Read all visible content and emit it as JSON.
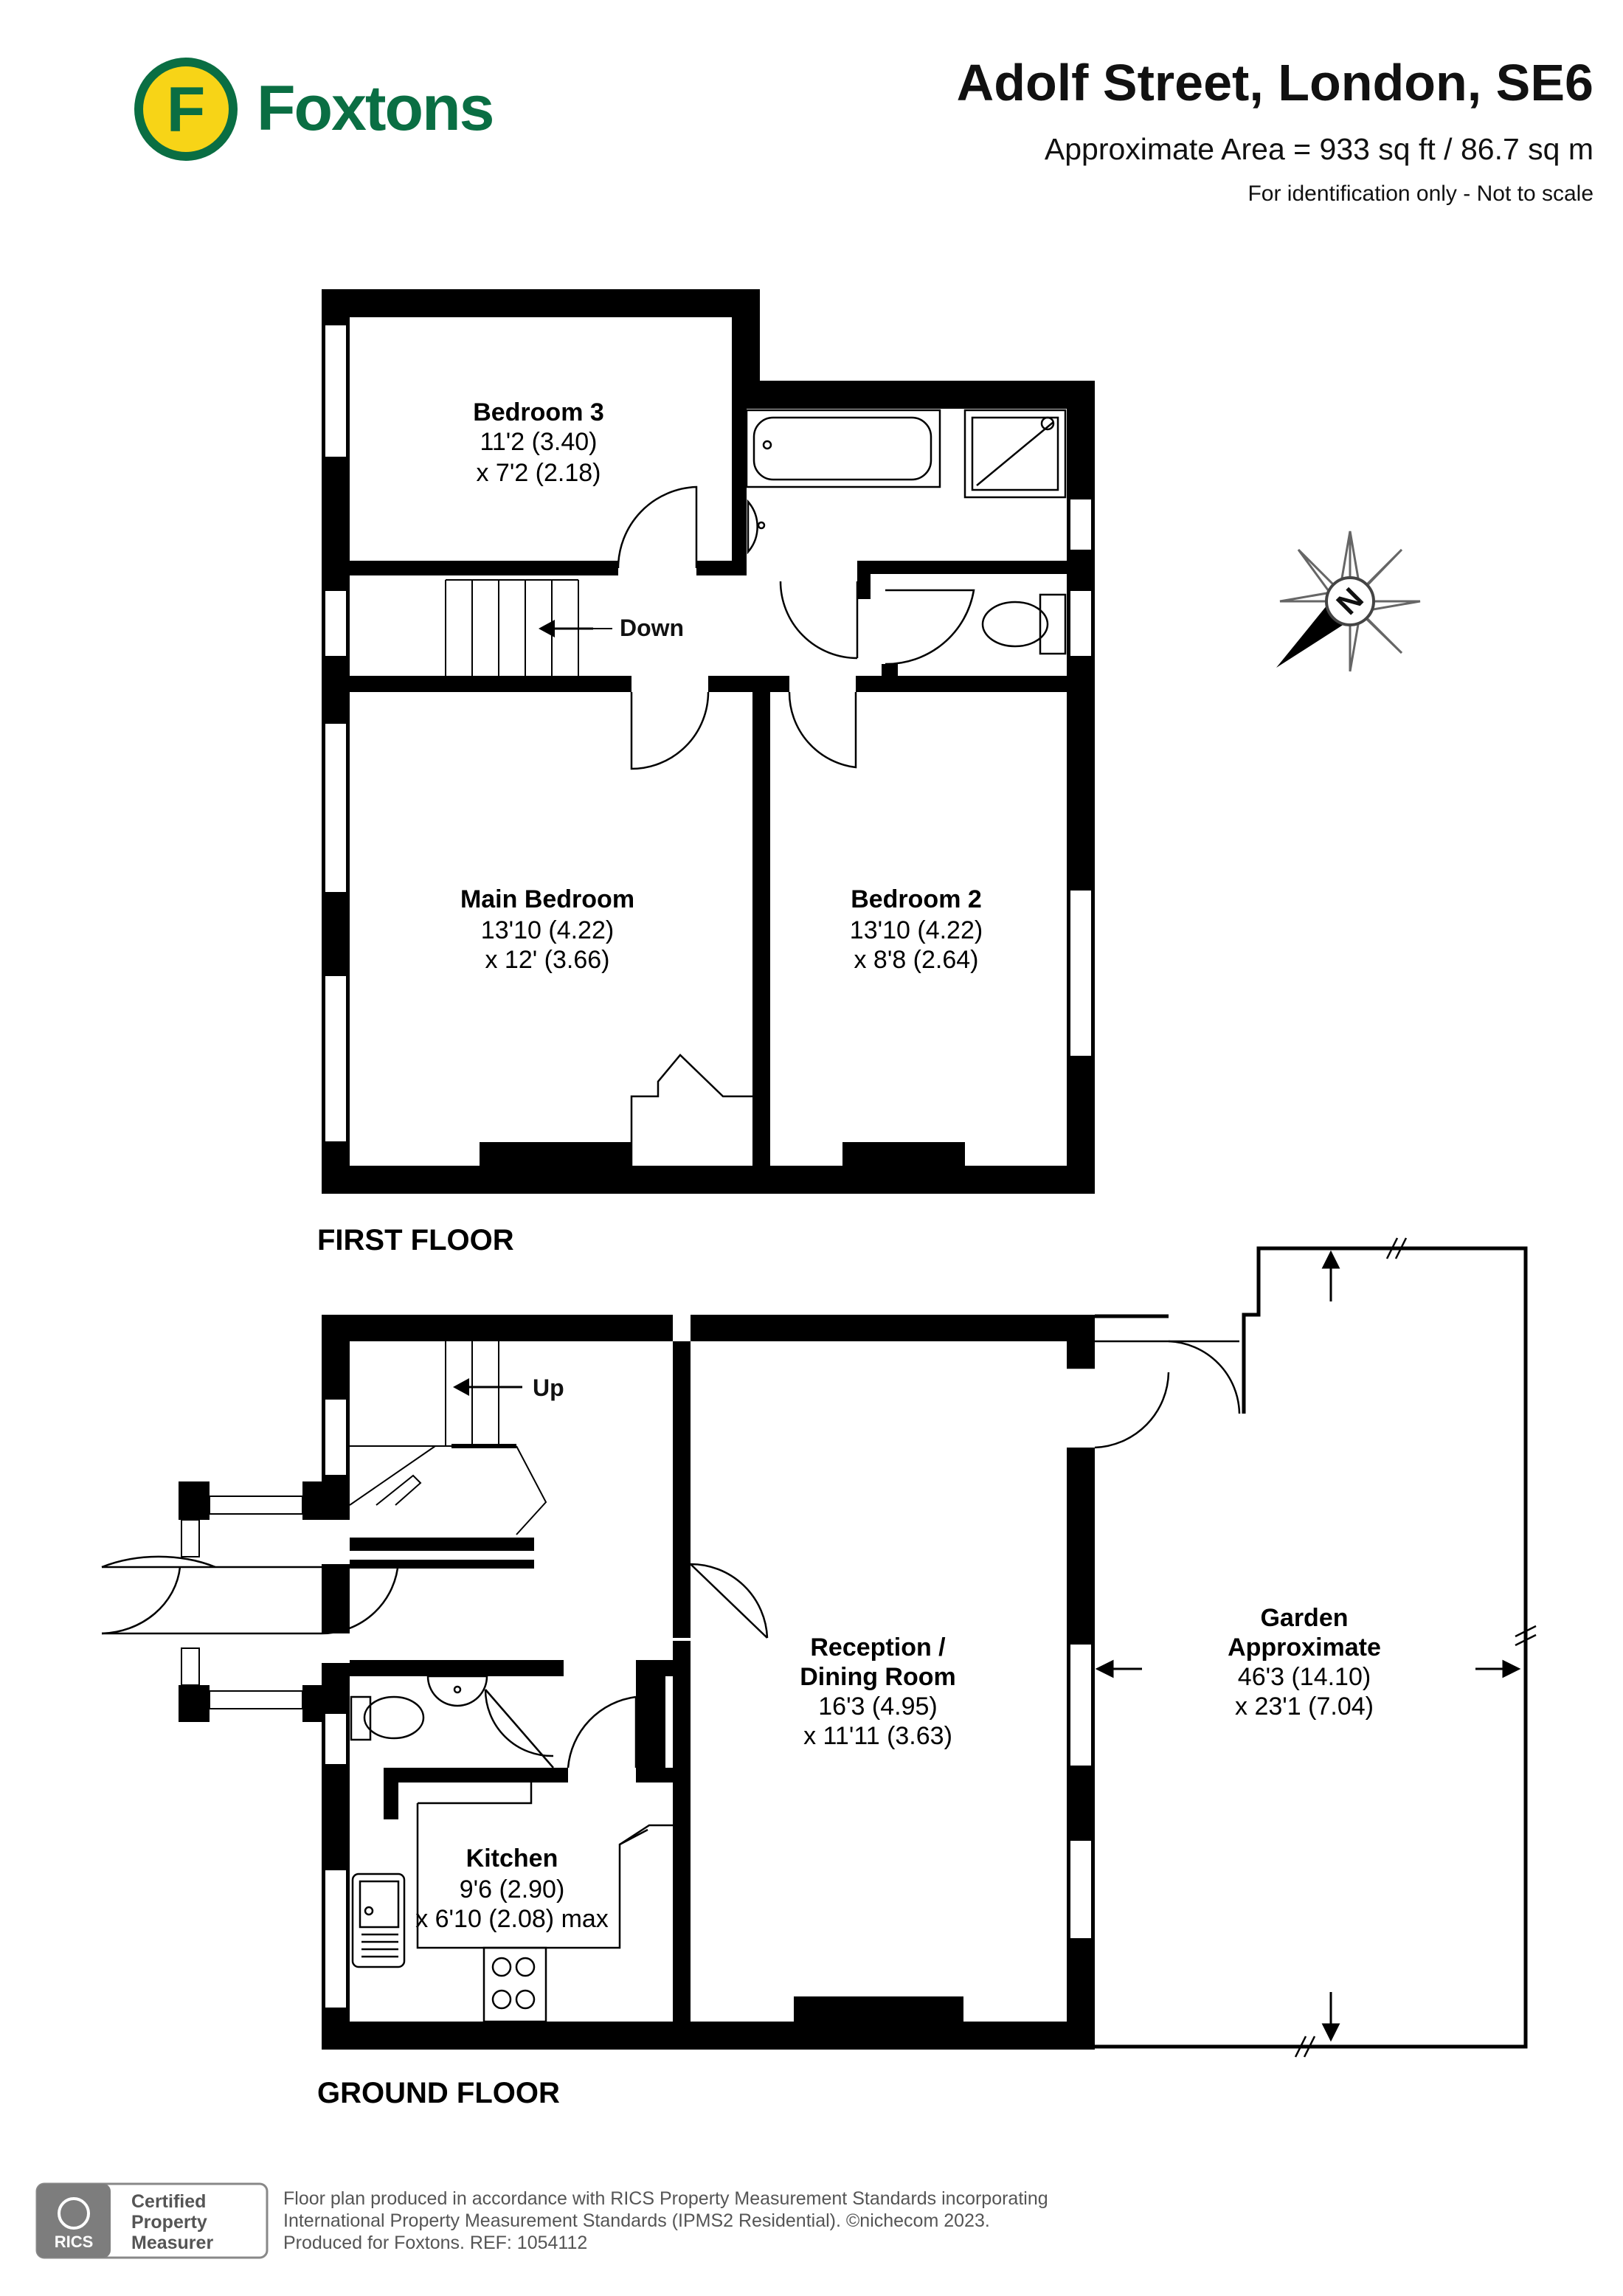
{
  "header": {
    "brand": "Foxtons",
    "logo_letter": "F",
    "address": "Adolf Street, London, SE6",
    "area": "Approximate Area = 933 sq ft / 86.7 sq m",
    "disclaimer": "For identification only - Not to scale"
  },
  "colors": {
    "brand_green": "#0a6e43",
    "brand_yellow": "#f7d417",
    "wall": "#000000"
  },
  "first_floor": {
    "label": "FIRST FLOOR",
    "stairs_label": "Down",
    "rooms": [
      {
        "name": "Bedroom 3",
        "dim1": "11'2 (3.40)",
        "dim2": "x 7'2 (2.18)"
      },
      {
        "name": "Main Bedroom",
        "dim1": "13'10 (4.22)",
        "dim2": "x 12' (3.66)"
      },
      {
        "name": "Bedroom 2",
        "dim1": "13'10 (4.22)",
        "dim2": "x 8'8 (2.64)"
      }
    ]
  },
  "ground_floor": {
    "label": "GROUND FLOOR",
    "stairs_label": "Up",
    "rooms": [
      {
        "name1": "Reception /",
        "name2": "Dining Room",
        "dim1": "16'3 (4.95)",
        "dim2": "x 11'11 (3.63)"
      },
      {
        "name1": "Kitchen",
        "dim1": "9'6 (2.90)",
        "dim2": "x 6'10 (2.08) max"
      },
      {
        "name1": "Garden",
        "name2": "Approximate",
        "dim1": "46'3 (14.10)",
        "dim2": "x 23'1 (7.04)"
      }
    ]
  },
  "compass": {
    "letter": "N",
    "icon": "compass-icon"
  },
  "footer": {
    "rics_badge": "RICS",
    "certified_line1": "Certified",
    "certified_line2": "Property",
    "certified_line3": "Measurer",
    "line1": "Floor plan produced in accordance with RICS Property Measurement Standards incorporating",
    "line2": "International Property Measurement Standards (IPMS2 Residential).   ©nichecom 2023.",
    "line3": "Produced for Foxtons.    REF:  1054112"
  }
}
